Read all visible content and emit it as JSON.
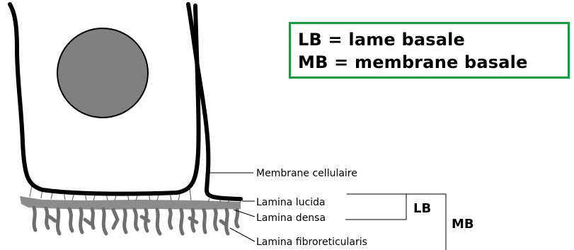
{
  "legend": {
    "line_lb": "LB = lame basale",
    "line_mb": "MB = membrane basale",
    "border_color": "#1a9a3e"
  },
  "labels": {
    "membrane_cellulaire": "Membrane cellulaire",
    "lamina_lucida": "Lamina lucida",
    "lamina_densa": "Lamina densa",
    "lamina_fibroreticularis": "Lamina fibroreticularis",
    "lb": "LB",
    "mb": "MB"
  },
  "colors": {
    "cell_outline": "#000000",
    "nucleus": "#808080",
    "lamina_densa": "#8c8c8c",
    "fibres": "#6e6e6e"
  }
}
